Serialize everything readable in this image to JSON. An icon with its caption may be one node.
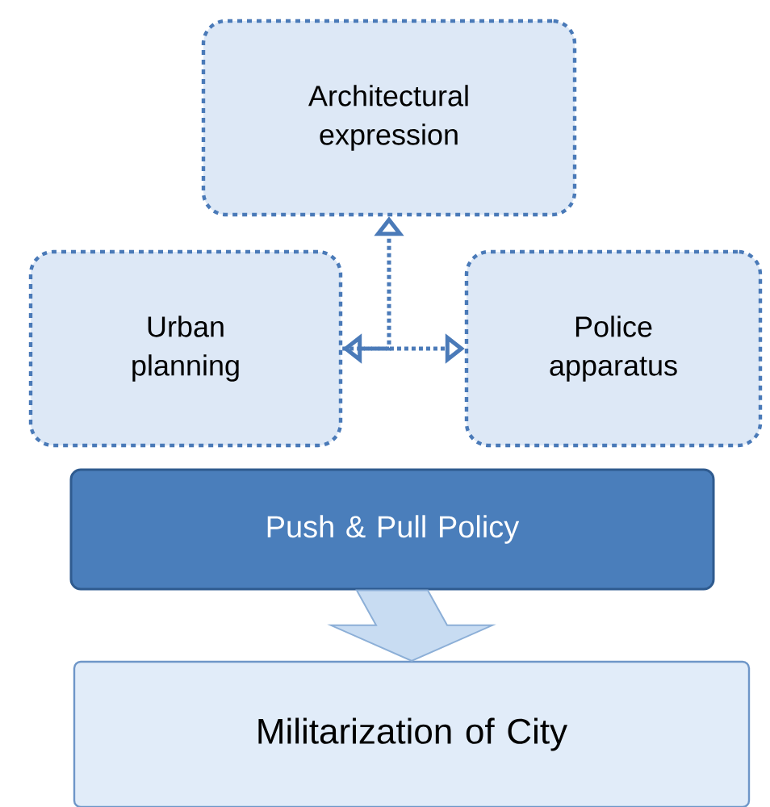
{
  "diagram": {
    "nodes": [
      {
        "text": [
          "Architectural expression"
        ]
      },
      {
        "text": [
          "Urban planning"
        ]
      },
      {
        "text": [
          "Police apparatus"
        ]
      },
      {
        "text": [
          "Push & Pull Policy"
        ]
      },
      {
        "text": [
          "Militarization of City"
        ]
      }
    ],
    "edges": [
      {
        "from": 1,
        "to": 2,
        "arrow": "both",
        "style": "dashed"
      },
      {
        "from": 1,
        "to": 0,
        "arrow": "to",
        "style": "dashed"
      },
      {
        "from": 3,
        "to": 4,
        "arrow": "to",
        "style": "thick"
      }
    ]
  }
}
